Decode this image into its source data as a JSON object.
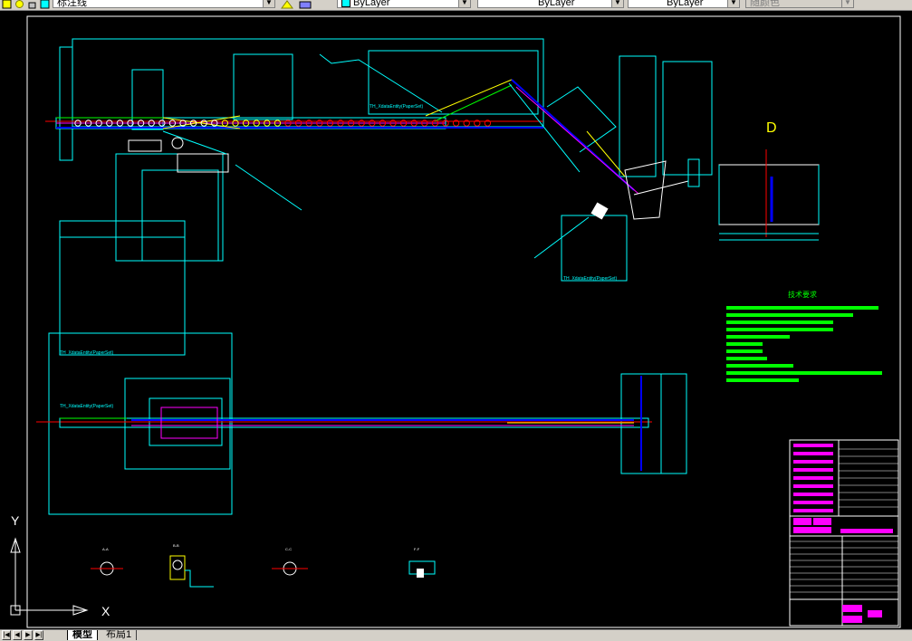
{
  "toolbar": {
    "linetype_value": "标注线",
    "color_value": "ByLayer",
    "linetype2_value": "ByLayer",
    "lineweight_value": "ByLayer",
    "plotstyle_value": "随颜色"
  },
  "drawing": {
    "section_label_d": "D",
    "entity_label": "TH_XdataEntity(PaperSet)",
    "tech_title": "技术要求",
    "section_aa": "A-A",
    "section_bb": "B-B",
    "section_cc": "C-C",
    "section_ff": "F-F",
    "ucs_y": "Y",
    "ucs_x": "X"
  },
  "tabs": {
    "model": "模型",
    "layout1": "布局1"
  },
  "colors": {
    "outline": "#00ffff",
    "highlight": "#ff00ff",
    "centerline": "#ff0000",
    "conveyor_blue": "#0000ff",
    "text_green": "#00ff00",
    "yellow": "#ffff00",
    "white": "#ffffff"
  }
}
